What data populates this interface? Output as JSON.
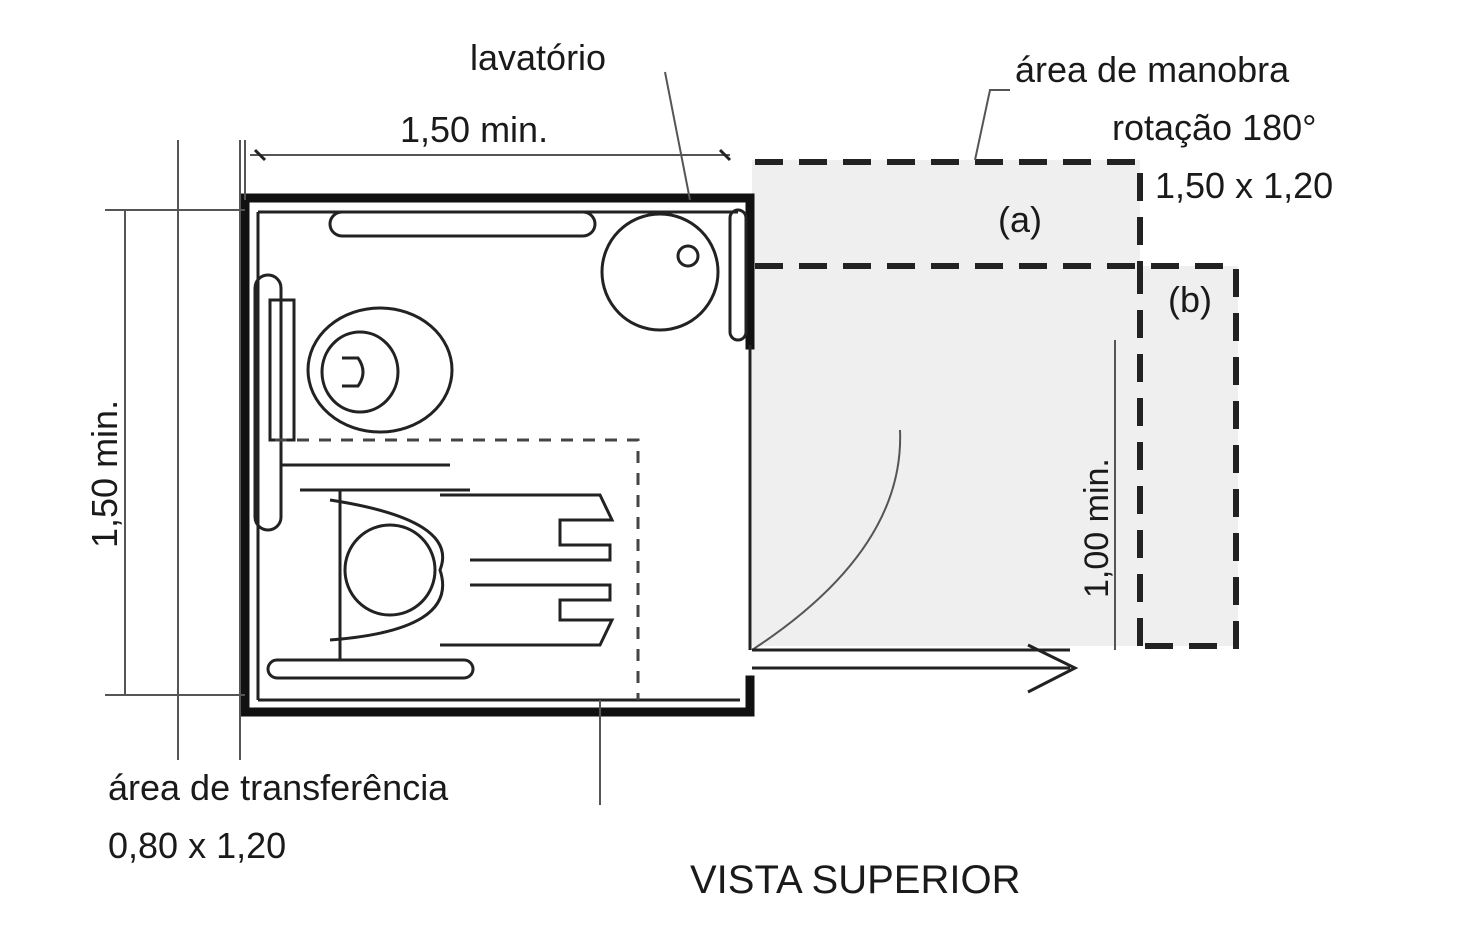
{
  "labels": {
    "lavatorio": "lavatório",
    "width_dim": "1,50 min.",
    "height_dim": "1,50 min.",
    "maneuver_line1": "área de manobra",
    "maneuver_line2": "rotação 180°",
    "maneuver_line3": "1,50 x 1,20",
    "area_a": "(a)",
    "area_b": "(b)",
    "door_dim": "1,00 min.",
    "transfer_line1": "área de transferência",
    "transfer_line2": "0,80 x 1,20",
    "view_title": "VISTA SUPERIOR"
  }
}
